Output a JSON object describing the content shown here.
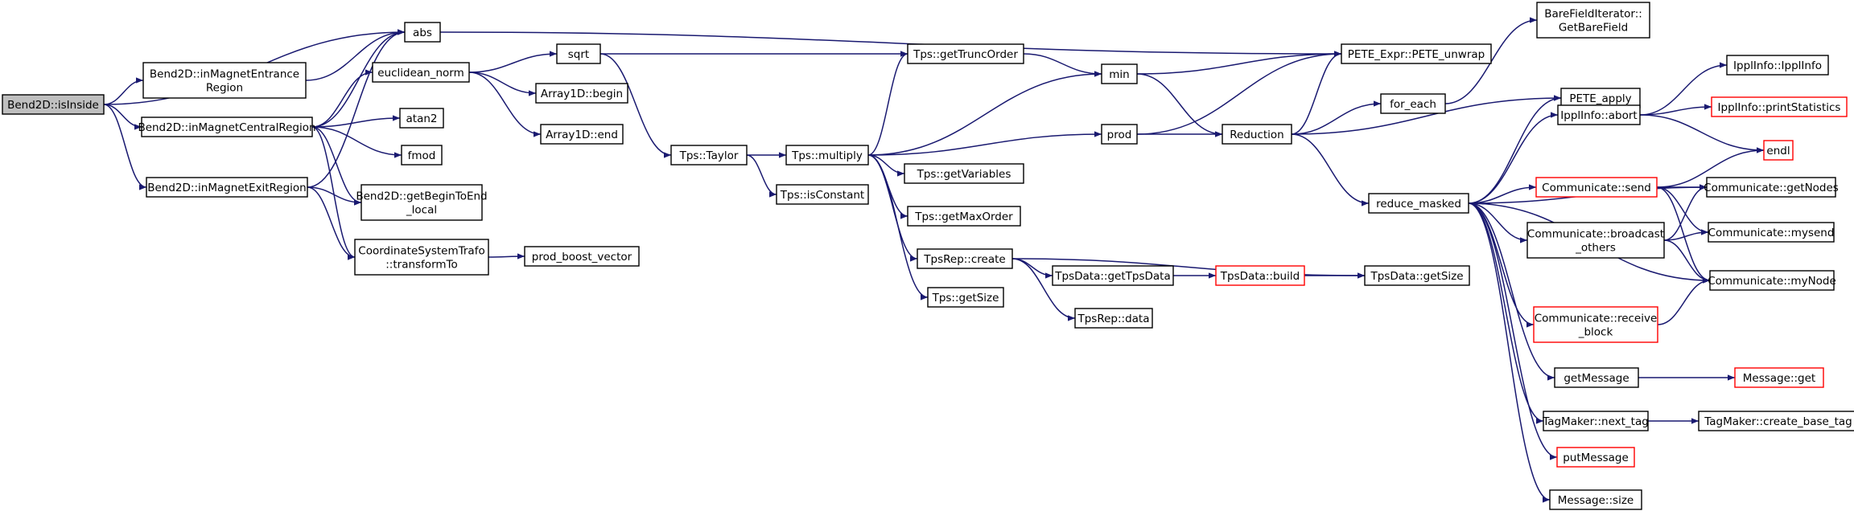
{
  "colors": {
    "edge": "#191970",
    "node_border": "#000000",
    "node_fill": "#ffffff",
    "root_fill": "#bfbfbf",
    "truncated_border": "#ff0000",
    "text": "#000000"
  },
  "nodes": [
    {
      "id": "isInside",
      "lines": [
        "Bend2D::isInside"
      ],
      "root": true
    },
    {
      "id": "abs",
      "lines": [
        "abs"
      ]
    },
    {
      "id": "entrance",
      "lines": [
        "Bend2D::inMagnetEntrance",
        "Region"
      ]
    },
    {
      "id": "central",
      "lines": [
        "Bend2D::inMagnetCentralRegion"
      ]
    },
    {
      "id": "exit",
      "lines": [
        "Bend2D::inMagnetExitRegion"
      ]
    },
    {
      "id": "euclid",
      "lines": [
        "euclidean_norm"
      ]
    },
    {
      "id": "atan2",
      "lines": [
        "atan2"
      ]
    },
    {
      "id": "fmod",
      "lines": [
        "fmod"
      ]
    },
    {
      "id": "beginToEnd",
      "lines": [
        "Bend2D::getBeginToEnd",
        "_local"
      ]
    },
    {
      "id": "coordTrafo",
      "lines": [
        "CoordinateSystemTrafo",
        "::transformTo"
      ]
    },
    {
      "id": "prodBoost",
      "lines": [
        "prod_boost_vector"
      ]
    },
    {
      "id": "sqrt",
      "lines": [
        "sqrt"
      ]
    },
    {
      "id": "arrBegin",
      "lines": [
        "Array1D::begin"
      ]
    },
    {
      "id": "arrEnd",
      "lines": [
        "Array1D::end"
      ]
    },
    {
      "id": "taylor",
      "lines": [
        "Tps::Taylor"
      ]
    },
    {
      "id": "isConstant",
      "lines": [
        "Tps::isConstant"
      ]
    },
    {
      "id": "multiply",
      "lines": [
        "Tps::multiply"
      ]
    },
    {
      "id": "getTrunc",
      "lines": [
        "Tps::getTruncOrder"
      ]
    },
    {
      "id": "getVars",
      "lines": [
        "Tps::getVariables"
      ]
    },
    {
      "id": "getMaxOrder",
      "lines": [
        "Tps::getMaxOrder"
      ]
    },
    {
      "id": "repCreate",
      "lines": [
        "TpsRep::create"
      ]
    },
    {
      "id": "getSizeTps",
      "lines": [
        "Tps::getSize"
      ]
    },
    {
      "id": "getTpsData",
      "lines": [
        "TpsData::getTpsData"
      ]
    },
    {
      "id": "repData",
      "lines": [
        "TpsRep::data"
      ]
    },
    {
      "id": "dataBuild",
      "lines": [
        "TpsData::build"
      ],
      "truncated": true
    },
    {
      "id": "dataGetSize",
      "lines": [
        "TpsData::getSize"
      ]
    },
    {
      "id": "min",
      "lines": [
        "min"
      ]
    },
    {
      "id": "prod",
      "lines": [
        "prod"
      ]
    },
    {
      "id": "reduction",
      "lines": [
        "Reduction"
      ]
    },
    {
      "id": "pete",
      "lines": [
        "PETE_Expr::PETE_unwrap"
      ]
    },
    {
      "id": "bareField",
      "lines": [
        "BareFieldIterator::",
        "GetBareField"
      ]
    },
    {
      "id": "forEach",
      "lines": [
        "for_each"
      ]
    },
    {
      "id": "peteApply",
      "lines": [
        "PETE_apply"
      ]
    },
    {
      "id": "reduceMasked",
      "lines": [
        "reduce_masked"
      ]
    },
    {
      "id": "ipplAbort",
      "lines": [
        "IpplInfo::abort"
      ]
    },
    {
      "id": "commSend",
      "lines": [
        "Communicate::send"
      ],
      "truncated": true
    },
    {
      "id": "commBroadcast",
      "lines": [
        "Communicate::broadcast",
        "_others"
      ]
    },
    {
      "id": "commReceive",
      "lines": [
        "Communicate::receive",
        "_block"
      ],
      "truncated": true
    },
    {
      "id": "getMessage",
      "lines": [
        "getMessage"
      ]
    },
    {
      "id": "nextTag",
      "lines": [
        "TagMaker::next_tag"
      ]
    },
    {
      "id": "putMessage",
      "lines": [
        "putMessage"
      ],
      "truncated": true
    },
    {
      "id": "msgSize",
      "lines": [
        "Message::size"
      ]
    },
    {
      "id": "ipplInfo",
      "lines": [
        "IpplInfo::IpplInfo"
      ]
    },
    {
      "id": "printStats",
      "lines": [
        "IpplInfo::printStatistics"
      ],
      "truncated": true
    },
    {
      "id": "endl",
      "lines": [
        "endl"
      ],
      "truncated": true
    },
    {
      "id": "getNodes",
      "lines": [
        "Communicate::getNodes"
      ]
    },
    {
      "id": "mysend",
      "lines": [
        "Communicate::mysend"
      ]
    },
    {
      "id": "myNode",
      "lines": [
        "Communicate::myNode"
      ]
    },
    {
      "id": "msgGet",
      "lines": [
        "Message::get"
      ],
      "truncated": true
    },
    {
      "id": "createBaseTag",
      "lines": [
        "TagMaker::create_base_tag"
      ]
    }
  ],
  "edges": [
    [
      "isInside",
      "abs"
    ],
    [
      "isInside",
      "entrance"
    ],
    [
      "isInside",
      "central"
    ],
    [
      "isInside",
      "exit"
    ],
    [
      "entrance",
      "abs"
    ],
    [
      "central",
      "abs"
    ],
    [
      "central",
      "euclid"
    ],
    [
      "central",
      "atan2"
    ],
    [
      "central",
      "fmod"
    ],
    [
      "central",
      "beginToEnd"
    ],
    [
      "central",
      "coordTrafo"
    ],
    [
      "exit",
      "abs"
    ],
    [
      "exit",
      "beginToEnd"
    ],
    [
      "exit",
      "coordTrafo"
    ],
    [
      "coordTrafo",
      "prodBoost"
    ],
    [
      "euclid",
      "sqrt"
    ],
    [
      "euclid",
      "arrBegin"
    ],
    [
      "euclid",
      "arrEnd"
    ],
    [
      "abs",
      "pete"
    ],
    [
      "sqrt",
      "getTrunc"
    ],
    [
      "sqrt",
      "taylor"
    ],
    [
      "taylor",
      "multiply"
    ],
    [
      "taylor",
      "isConstant"
    ],
    [
      "multiply",
      "getTrunc"
    ],
    [
      "multiply",
      "min"
    ],
    [
      "multiply",
      "prod"
    ],
    [
      "multiply",
      "getVars"
    ],
    [
      "multiply",
      "getMaxOrder"
    ],
    [
      "multiply",
      "repCreate"
    ],
    [
      "multiply",
      "getSizeTps"
    ],
    [
      "repCreate",
      "getTpsData"
    ],
    [
      "repCreate",
      "repData"
    ],
    [
      "repCreate",
      "dataGetSize"
    ],
    [
      "getTpsData",
      "dataBuild"
    ],
    [
      "dataBuild",
      "dataGetSize"
    ],
    [
      "getTrunc",
      "min"
    ],
    [
      "min",
      "pete"
    ],
    [
      "min",
      "reduction"
    ],
    [
      "prod",
      "pete"
    ],
    [
      "prod",
      "reduction"
    ],
    [
      "reduction",
      "pete"
    ],
    [
      "reduction",
      "forEach"
    ],
    [
      "reduction",
      "peteApply"
    ],
    [
      "reduction",
      "reduceMasked"
    ],
    [
      "forEach",
      "bareField"
    ],
    [
      "reduceMasked",
      "peteApply"
    ],
    [
      "reduceMasked",
      "ipplAbort"
    ],
    [
      "reduceMasked",
      "commSend"
    ],
    [
      "reduceMasked",
      "commBroadcast"
    ],
    [
      "reduceMasked",
      "commReceive"
    ],
    [
      "reduceMasked",
      "getMessage"
    ],
    [
      "reduceMasked",
      "nextTag"
    ],
    [
      "reduceMasked",
      "putMessage"
    ],
    [
      "reduceMasked",
      "msgSize"
    ],
    [
      "reduceMasked",
      "getNodes"
    ],
    [
      "reduceMasked",
      "myNode"
    ],
    [
      "ipplAbort",
      "ipplInfo"
    ],
    [
      "ipplAbort",
      "printStats"
    ],
    [
      "ipplAbort",
      "endl"
    ],
    [
      "commSend",
      "endl"
    ],
    [
      "commSend",
      "getNodes"
    ],
    [
      "commSend",
      "mysend"
    ],
    [
      "commSend",
      "myNode"
    ],
    [
      "commBroadcast",
      "getNodes"
    ],
    [
      "commBroadcast",
      "mysend"
    ],
    [
      "commBroadcast",
      "myNode"
    ],
    [
      "commReceive",
      "myNode"
    ],
    [
      "getMessage",
      "msgGet"
    ],
    [
      "nextTag",
      "createBaseTag"
    ]
  ]
}
